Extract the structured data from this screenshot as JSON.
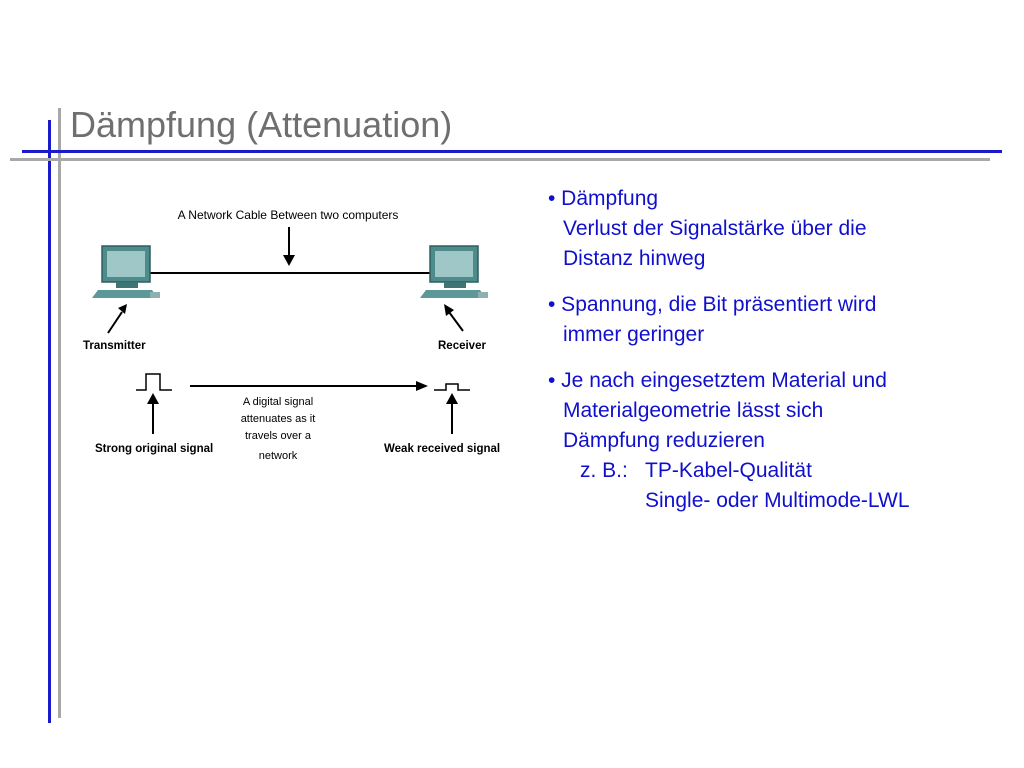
{
  "title": "Dämpfung (Attenuation)",
  "diagram": {
    "cable_label": "A Network Cable Between two computers",
    "transmitter_label": "Transmitter",
    "receiver_label": "Receiver",
    "signal_text_line1": "A digital signal",
    "signal_text_line2": "attenuates as it",
    "signal_text_line3": "travels over a",
    "signal_text_line4": "network",
    "strong_signal_label": "Strong original signal",
    "weak_signal_label": "Weak received signal"
  },
  "bullets": [
    {
      "lines": [
        "• Dämpfung",
        "Verlust der Signalstärke über die",
        "Distanz hinweg"
      ]
    },
    {
      "lines": [
        "• Spannung, die Bit präsentiert wird",
        "immer geringer"
      ]
    },
    {
      "lines": [
        "• Je nach eingesetztem Material und",
        "Materialgeometrie lässt sich",
        "Dämpfung reduzieren"
      ],
      "example_key": "z. B.:",
      "example_values": [
        "TP-Kabel-Qualität",
        "Single- oder Multimode-LWL"
      ]
    }
  ],
  "colors": {
    "title": "#6f6f6f",
    "bullet_text": "#1010cc",
    "accent_line": "#1a1acc",
    "gray_line": "#a8a8a8"
  }
}
